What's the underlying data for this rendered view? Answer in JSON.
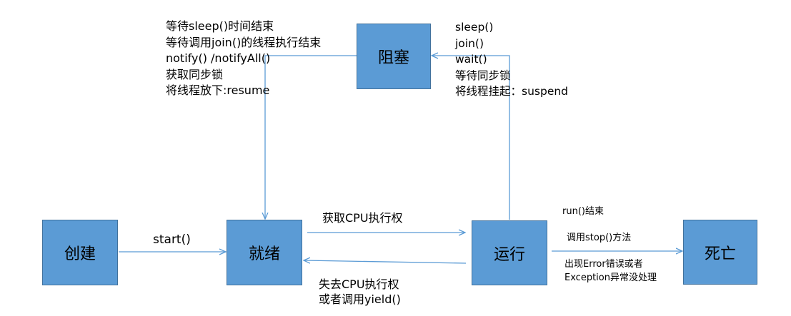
{
  "states": {
    "create": "创建",
    "ready": "就绪",
    "running": "运行",
    "blocked": "阻塞",
    "dead": "死亡"
  },
  "transitions": {
    "create_to_ready": "start()",
    "ready_to_running": "获取CPU执行权",
    "running_to_ready": [
      "失去CPU执行权",
      "或者调用yield()"
    ],
    "running_to_blocked": [
      "sleep()",
      "join()",
      "wait()",
      "等待同步锁",
      "将线程挂起：suspend"
    ],
    "blocked_to_ready": [
      "等待sleep()时间结束",
      "等待调用join()的线程执行结束",
      "notify() /notifyAll()",
      "获取同步锁",
      "将线程放下:resume"
    ],
    "running_to_dead": [
      "run()结束",
      "调用stop()方法",
      "出现Error错误或者",
      "Exception异常没处理"
    ]
  },
  "colors": {
    "node_fill": "#5b9bd5",
    "node_border": "#41719c",
    "arrow": "#5b9bd5"
  }
}
